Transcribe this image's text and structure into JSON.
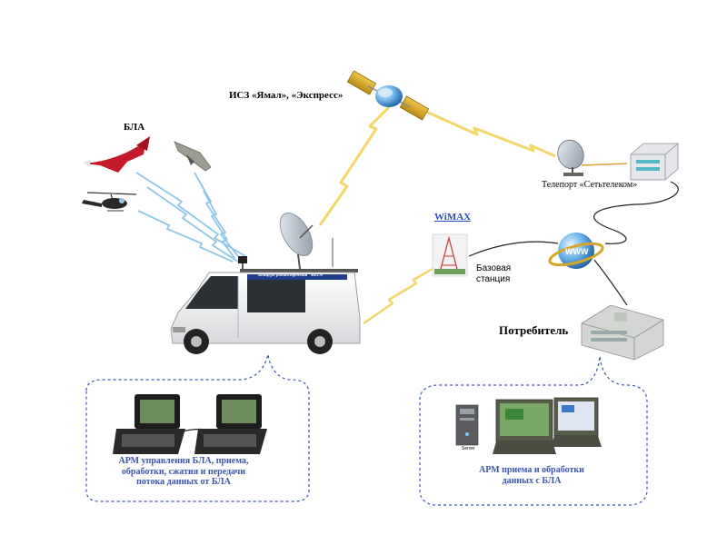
{
  "labels": {
    "satellite": "ИСЗ «Ямал», «Экспресс»",
    "uav": "БЛА",
    "teleport": "Телепорт «Сетьтелеком»",
    "wimax": "WiMAX",
    "base_station": "Базовая\nстанция",
    "consumer": "Потребитель",
    "van_logo": "Концерн радиостроения \"ВЕГА\"",
    "server": "Server",
    "arm_left": "АРМ управления БЛА, приема, обработки, сжатия и передачи потока данных от БЛА",
    "arm_right": "АРМ приема и обработки данных с БЛА"
  },
  "icons": {
    "satellite": "satellite-icon",
    "uav_plane": "uav-plane-icon",
    "uav_glider": "uav-glider-icon",
    "uav_helicopter": "uav-helicopter-icon",
    "van": "mobile-station-van-icon",
    "teleport_dish": "teleport-dish-icon",
    "teleport_equipment": "network-equipment-icon",
    "internet": "www-globe-icon",
    "base_station_tower": "tower-icon",
    "consumer_building": "building-icon",
    "laptops": "rugged-laptop-icon",
    "server": "server-icon",
    "monitors": "monitor-icon"
  },
  "colors": {
    "label_blue": "#3b55b0",
    "satellite_link": "#f2d25a",
    "uav_link": "#8ec6ea",
    "dashed_border": "#3b55b0",
    "wimax": "#2b4fb5"
  }
}
